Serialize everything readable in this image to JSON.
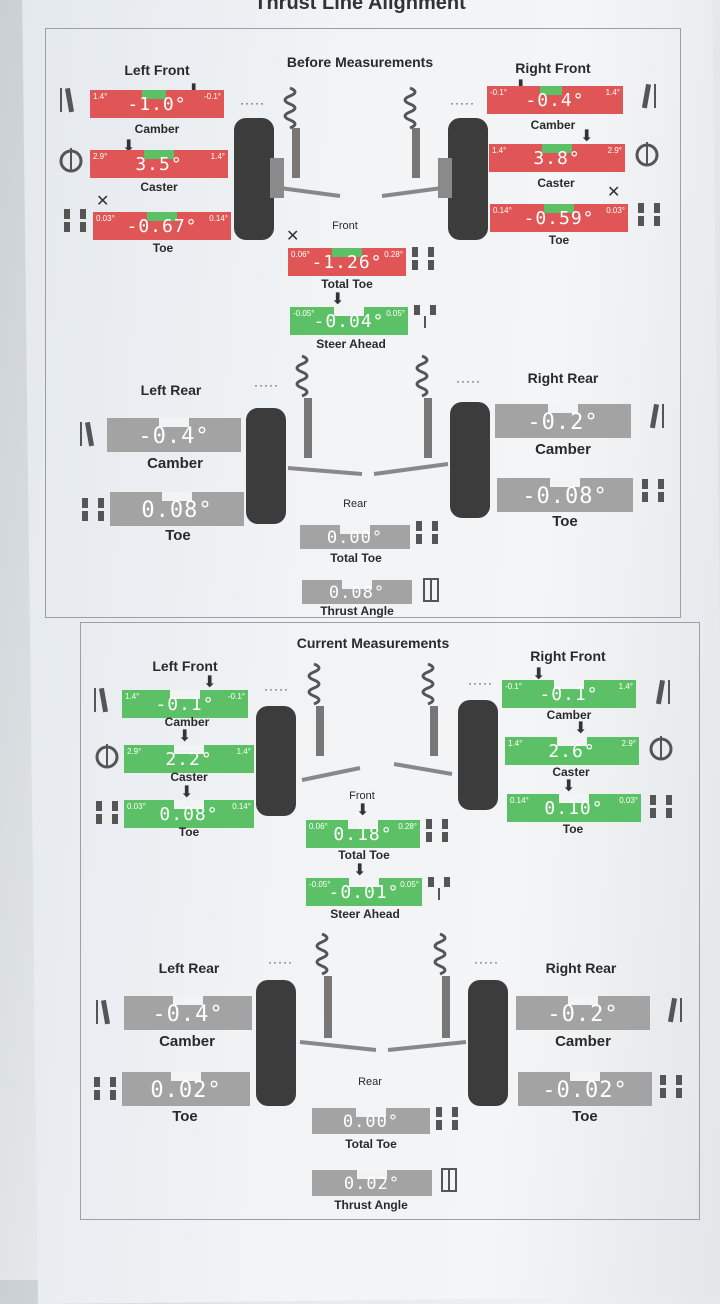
{
  "title": "Thrust Line Alignment",
  "before": {
    "title": "Before Measurements",
    "left_front": "Left Front",
    "right_front": "Right Front",
    "left_rear": "Left Rear",
    "right_rear": "Right Rear",
    "front_label": "Front",
    "rear_label": "Rear",
    "dots": "·····",
    "lf": {
      "camber": {
        "value": "-1.0°",
        "min": "1.4°",
        "max": "-0.1°",
        "label": "Camber"
      },
      "caster": {
        "value": "3.5°",
        "min": "2.9°",
        "max": "1.4°",
        "label": "Caster"
      },
      "toe": {
        "value": "-0.67°",
        "min": "0.03°",
        "max": "0.14°",
        "label": "Toe"
      }
    },
    "rf": {
      "camber": {
        "value": "-0.4°",
        "min": "-0.1°",
        "max": "1.4°",
        "label": "Camber"
      },
      "caster": {
        "value": "3.8°",
        "min": "1.4°",
        "max": "2.9°",
        "label": "Caster"
      },
      "toe": {
        "value": "-0.59°",
        "min": "0.14°",
        "max": "0.03°",
        "label": "Toe"
      }
    },
    "total_toe": {
      "value": "-1.26°",
      "min": "0.06°",
      "max": "0.28°",
      "label": "Total Toe"
    },
    "steer_ahead": {
      "value": "-0.04°",
      "min": "-0.05°",
      "max": "0.05°",
      "label": "Steer Ahead"
    },
    "lr": {
      "camber": {
        "value": "-0.4°",
        "label": "Camber"
      },
      "toe": {
        "value": "0.08°",
        "label": "Toe"
      }
    },
    "rr": {
      "camber": {
        "value": "-0.2°",
        "label": "Camber"
      },
      "toe": {
        "value": "-0.08°",
        "label": "Toe"
      }
    },
    "rear_total_toe": {
      "value": "0.00°",
      "label": "Total Toe"
    },
    "thrust_angle": {
      "value": "0.08°",
      "label": "Thrust Angle"
    }
  },
  "current": {
    "title": "Current Measurements",
    "left_front": "Left Front",
    "right_front": "Right Front",
    "left_rear": "Left Rear",
    "right_rear": "Right Rear",
    "front_label": "Front",
    "rear_label": "Rear",
    "dots": "·····",
    "lf": {
      "camber": {
        "value": "-0.1°",
        "min": "1.4°",
        "max": "-0.1°",
        "label": "Camber"
      },
      "caster": {
        "value": "2.2°",
        "min": "2.9°",
        "max": "1.4°",
        "label": "Caster"
      },
      "toe": {
        "value": "0.08°",
        "min": "0.03°",
        "max": "0.14°",
        "label": "Toe"
      }
    },
    "rf": {
      "camber": {
        "value": "-0.1°",
        "min": "-0.1°",
        "max": "1.4°",
        "label": "Camber"
      },
      "caster": {
        "value": "2.6°",
        "min": "1.4°",
        "max": "2.9°",
        "label": "Caster"
      },
      "toe": {
        "value": "0.10°",
        "min": "0.14°",
        "max": "0.03°",
        "label": "Toe"
      }
    },
    "total_toe": {
      "value": "0.18°",
      "min": "0.06°",
      "max": "0.28°",
      "label": "Total Toe"
    },
    "steer_ahead": {
      "value": "-0.01°",
      "min": "-0.05°",
      "max": "0.05°",
      "label": "Steer Ahead"
    },
    "lr": {
      "camber": {
        "value": "-0.4°",
        "label": "Camber"
      },
      "toe": {
        "value": "0.02°",
        "label": "Toe"
      }
    },
    "rr": {
      "camber": {
        "value": "-0.2°",
        "label": "Camber"
      },
      "toe": {
        "value": "-0.02°",
        "label": "Toe"
      }
    },
    "rear_total_toe": {
      "value": "0.00°",
      "label": "Total Toe"
    },
    "thrust_angle": {
      "value": "0.02°",
      "label": "Thrust Angle"
    }
  },
  "colors": {
    "out_of_spec": "#e05555",
    "in_spec": "#5cc166",
    "no_spec": "#a3a3a3"
  }
}
